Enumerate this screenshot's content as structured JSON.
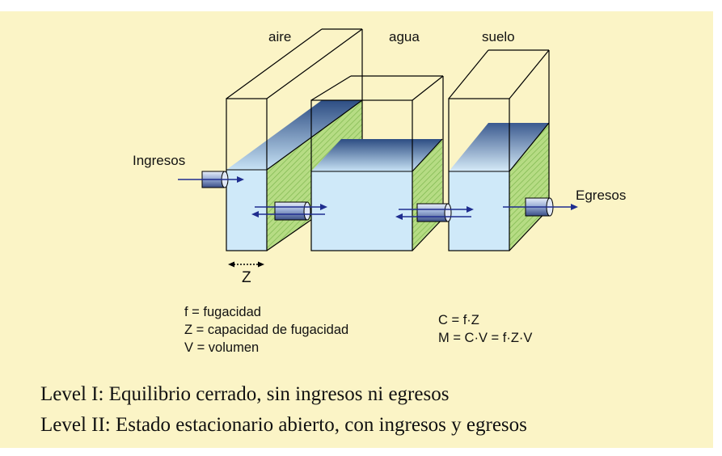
{
  "diagram": {
    "compartments": {
      "air_label": "aire",
      "water_label": "agua",
      "soil_label": "suelo"
    },
    "flows": {
      "inflow_label": "Ingresos",
      "outflow_label": "Egresos"
    },
    "dimension_label": "Z"
  },
  "legend": {
    "definitions": [
      "f = fugacidad",
      "Z = capacidad de fugacidad",
      "V = volumen"
    ],
    "equations": [
      "C = f·Z",
      "M = C·V = f·Z·V"
    ]
  },
  "levels": [
    "Level I: Equilibrio  cerrado, sin ingresos  ni egresos",
    "Level II: Estado estacionario  abierto, con ingresos  y egresos"
  ],
  "colors": {
    "background": "#fbf4c6",
    "compartment_fill": "#cfe9f9",
    "side_fill": "#a6d175",
    "arrow": "#1f2d8f"
  }
}
